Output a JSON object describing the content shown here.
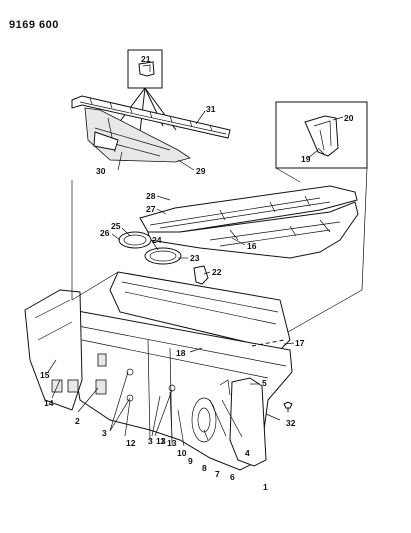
{
  "document": {
    "id": "9169 600"
  },
  "callouts": [
    {
      "n": "1"
    },
    {
      "n": "2"
    },
    {
      "n": "3"
    },
    {
      "n": "3"
    },
    {
      "n": "3"
    },
    {
      "n": "4"
    },
    {
      "n": "5"
    },
    {
      "n": "6"
    },
    {
      "n": "7"
    },
    {
      "n": "8"
    },
    {
      "n": "9"
    },
    {
      "n": "10"
    },
    {
      "n": "11"
    },
    {
      "n": "12"
    },
    {
      "n": "13"
    },
    {
      "n": "14"
    },
    {
      "n": "15"
    },
    {
      "n": "16"
    },
    {
      "n": "17"
    },
    {
      "n": "18"
    },
    {
      "n": "19"
    },
    {
      "n": "20"
    },
    {
      "n": "21"
    },
    {
      "n": "22"
    },
    {
      "n": "23"
    },
    {
      "n": "24"
    },
    {
      "n": "25"
    },
    {
      "n": "26"
    },
    {
      "n": "27"
    },
    {
      "n": "28"
    },
    {
      "n": "29"
    },
    {
      "n": "30"
    },
    {
      "n": "31"
    },
    {
      "n": "32"
    }
  ]
}
